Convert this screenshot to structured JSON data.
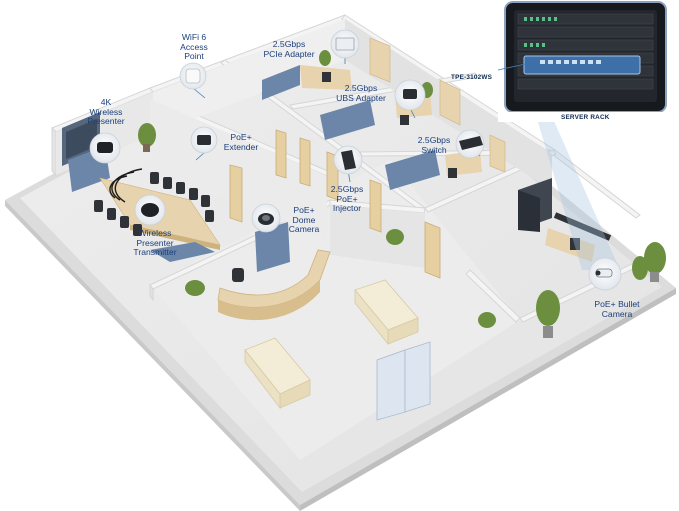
{
  "labels": {
    "wireless_presenter": "4K\nWireless\nPresenter",
    "wifi_ap": "WiFi 6\nAccess\nPoint",
    "pcie_adapter": "2.5Gbps\nPCIe Adapter",
    "usb_adapter": "2.5Gbps\nUBS Adapter",
    "switch": "2.5Gbps\nSwitch",
    "poe_extender": "PoE+\nExtender",
    "poe_injector": "2.5Gbps\nPoE+\nInjector",
    "dome_camera": "PoE+\nDome\nCamera",
    "presenter_transmitter": "Wireless\nPresenter\nTransmitter",
    "bullet_camera": "PoE+ Bullet\nCamera",
    "tpe_model": "TPE-3102WS",
    "server_rack": "SERVER RACK"
  },
  "colors": {
    "label_text": "#1c3f7a",
    "device_circle": "#f4f6f9",
    "callout_line": "#3f7fbf",
    "wall_top": "#f2f2f2",
    "floor": "#e9e9e9",
    "furniture_blue": "#6b86a8",
    "furniture_wood": "#e7d3ad"
  }
}
